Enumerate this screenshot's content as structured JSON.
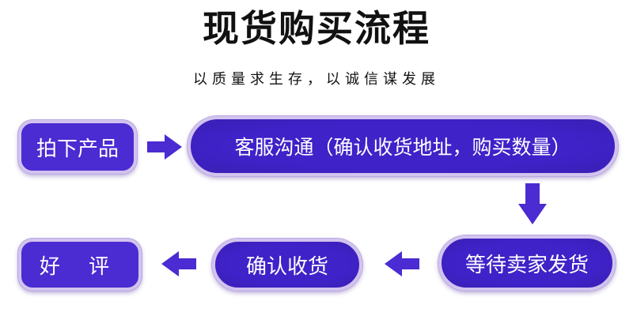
{
  "title": "现货购买流程",
  "subtitle": "以质量求生存，以诚信谋发展",
  "steps": {
    "step1": "拍下产品",
    "step2": "客服沟通（确认收货地址，购买数量）",
    "step3": "等待卖家发货",
    "step4": "确认收货",
    "step5": "好 评"
  },
  "colors": {
    "box_fill": "#4b2bd2",
    "box_border": "#d2c3ee",
    "arrow": "#4b2bd2",
    "text": "#111111"
  },
  "icons": {
    "arrow_1": "arrow-right-icon",
    "arrow_2": "arrow-down-icon",
    "arrow_3": "arrow-left-icon",
    "arrow_4": "arrow-left-icon"
  }
}
